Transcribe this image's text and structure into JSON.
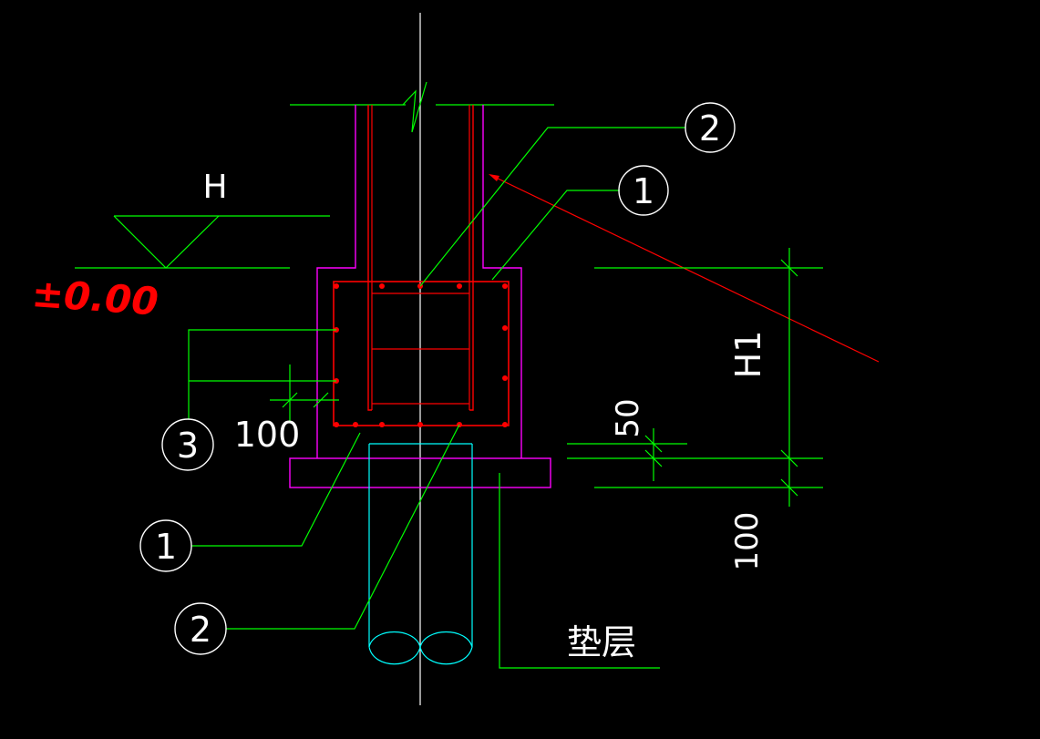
{
  "drawing": {
    "level_symbol_label": "H",
    "elevation_annotation": "±0.00",
    "height_dimension_label": "H1",
    "cover_dimension_label": "100",
    "top_offset_dimension_label": "50",
    "cushion_dimension_label": "100",
    "cushion_layer_label": "垫层",
    "callouts": {
      "top_right_2": "2",
      "top_right_1": "1",
      "left_3": "3",
      "bottom_left_1": "1",
      "bottom_left_2": "2"
    }
  },
  "colors": {
    "background": "#000000",
    "green": "#00ff00",
    "red": "#ff0000",
    "magenta": "#ff00ff",
    "cyan": "#00ffff",
    "white": "#ffffff",
    "annotation_red": "#ff0000"
  }
}
